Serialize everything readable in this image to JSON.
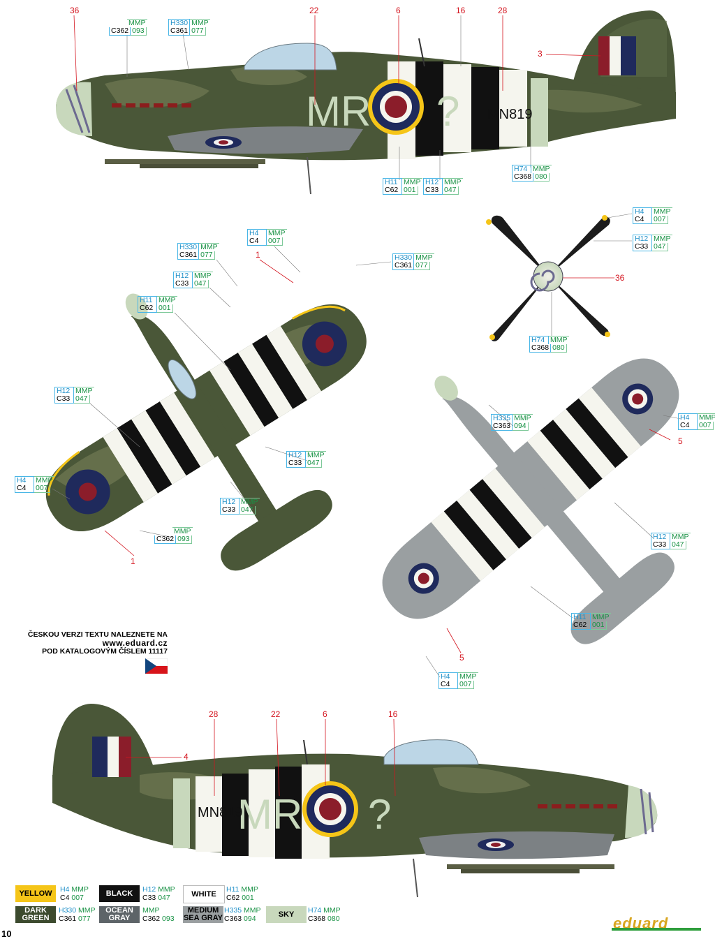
{
  "callouts": {
    "top_mmp_093": {
      "h": "",
      "m": "MMP",
      "c": "C362",
      "mc": "093"
    },
    "top_h330": {
      "h": "H330",
      "m": "MMP",
      "c": "C361",
      "mc": "077"
    },
    "top_h11": {
      "h": "H11",
      "m": "MMP",
      "c": "C62",
      "mc": "001"
    },
    "top_h12": {
      "h": "H12",
      "m": "MMP",
      "c": "C33",
      "mc": "047"
    },
    "top_h74": {
      "h": "H74",
      "m": "MMP",
      "c": "C368",
      "mc": "080"
    },
    "prop_h4": {
      "h": "H4",
      "m": "MMP",
      "c": "C4",
      "mc": "007"
    },
    "prop_h12": {
      "h": "H12",
      "m": "MMP",
      "c": "C33",
      "mc": "047"
    },
    "prop_h74": {
      "h": "H74",
      "m": "MMP",
      "c": "C368",
      "mc": "080"
    },
    "upper_h4": {
      "h": "H4",
      "m": "MMP",
      "c": "C4",
      "mc": "007"
    },
    "upper_h330a": {
      "h": "H330",
      "m": "MMP",
      "c": "C361",
      "mc": "077"
    },
    "upper_h330b": {
      "h": "H330",
      "m": "MMP",
      "c": "C361",
      "mc": "077"
    },
    "upper_h12a": {
      "h": "H12",
      "m": "MMP",
      "c": "C33",
      "mc": "047"
    },
    "upper_h11": {
      "h": "H11",
      "m": "MMP",
      "c": "C62",
      "mc": "001"
    },
    "upper_h12b": {
      "h": "H12",
      "m": "MMP",
      "c": "C33",
      "mc": "047"
    },
    "upper_h12c": {
      "h": "H12",
      "m": "MMP",
      "c": "C33",
      "mc": "047"
    },
    "upper_h12d": {
      "h": "H12",
      "m": "MMP",
      "c": "C33",
      "mc": "047"
    },
    "upper_h4b": {
      "h": "H4",
      "m": "MMP",
      "c": "C4",
      "mc": "007"
    },
    "upper_mmp_093": {
      "h": "",
      "m": "MMP",
      "c": "C362",
      "mc": "093"
    },
    "lower_h335": {
      "h": "H335",
      "m": "MMP",
      "c": "C363",
      "mc": "094"
    },
    "lower_h4a": {
      "h": "H4",
      "m": "MMP",
      "c": "C4",
      "mc": "007"
    },
    "lower_h12": {
      "h": "H12",
      "m": "MMP",
      "c": "C33",
      "mc": "047"
    },
    "lower_h11": {
      "h": "H11",
      "m": "MMP",
      "c": "C62",
      "mc": "001"
    },
    "lower_h4b": {
      "h": "H4",
      "m": "MMP",
      "c": "C4",
      "mc": "007"
    }
  },
  "numbers": {
    "n36_top": "36",
    "n22_top": "22",
    "n6_top": "6",
    "n16_top": "16",
    "n28_top": "28",
    "n3": "3",
    "n1_a": "1",
    "n1_b": "1",
    "n36_prop": "36",
    "n5_a": "5",
    "n5_b": "5",
    "n28_bot": "28",
    "n22_bot": "22",
    "n6_bot": "6",
    "n16_bot": "16",
    "n4": "4"
  },
  "markings": {
    "code": "MR",
    "individual": "?",
    "serial": "MN819"
  },
  "note": {
    "line1": "ČESKOU VERZI TEXTU NALEZNETE NA",
    "line2": "www.eduard.cz",
    "line3": "POD KATALOGOVÝM ČÍSLEM 11117"
  },
  "legend": [
    {
      "name": "YELLOW",
      "h": "H4",
      "c": "C4",
      "m": "MMP",
      "mc": "007",
      "color": "#f5c518",
      "text_color": "#000000"
    },
    {
      "name": "BLACK",
      "h": "H12",
      "c": "C33",
      "m": "MMP",
      "mc": "047",
      "color": "#111111",
      "text_color": "#ffffff"
    },
    {
      "name": "WHITE",
      "h": "H11",
      "c": "C62",
      "m": "MMP",
      "mc": "001",
      "color": "#ffffff",
      "text_color": "#000000"
    },
    {
      "name": "DARK GREEN",
      "h": "H330",
      "c": "C361",
      "m": "MMP",
      "mc": "077",
      "color": "#3c4a2e",
      "text_color": "#ffffff"
    },
    {
      "name": "OCEAN GRAY",
      "h": "",
      "c": "C362",
      "m": "MMP",
      "mc": "093",
      "color": "#5d6468",
      "text_color": "#ffffff"
    },
    {
      "name": "MEDIUM SEA GRAY",
      "h": "H335",
      "c": "C363",
      "m": "MMP",
      "mc": "094",
      "color": "#9a9fa1",
      "text_color": "#000000"
    },
    {
      "name": "SKY",
      "h": "H74",
      "c": "C368",
      "m": "MMP",
      "mc": "080",
      "color": "#c8d8bc",
      "text_color": "#000000"
    }
  ],
  "page_number": "10",
  "logo": "eduard"
}
